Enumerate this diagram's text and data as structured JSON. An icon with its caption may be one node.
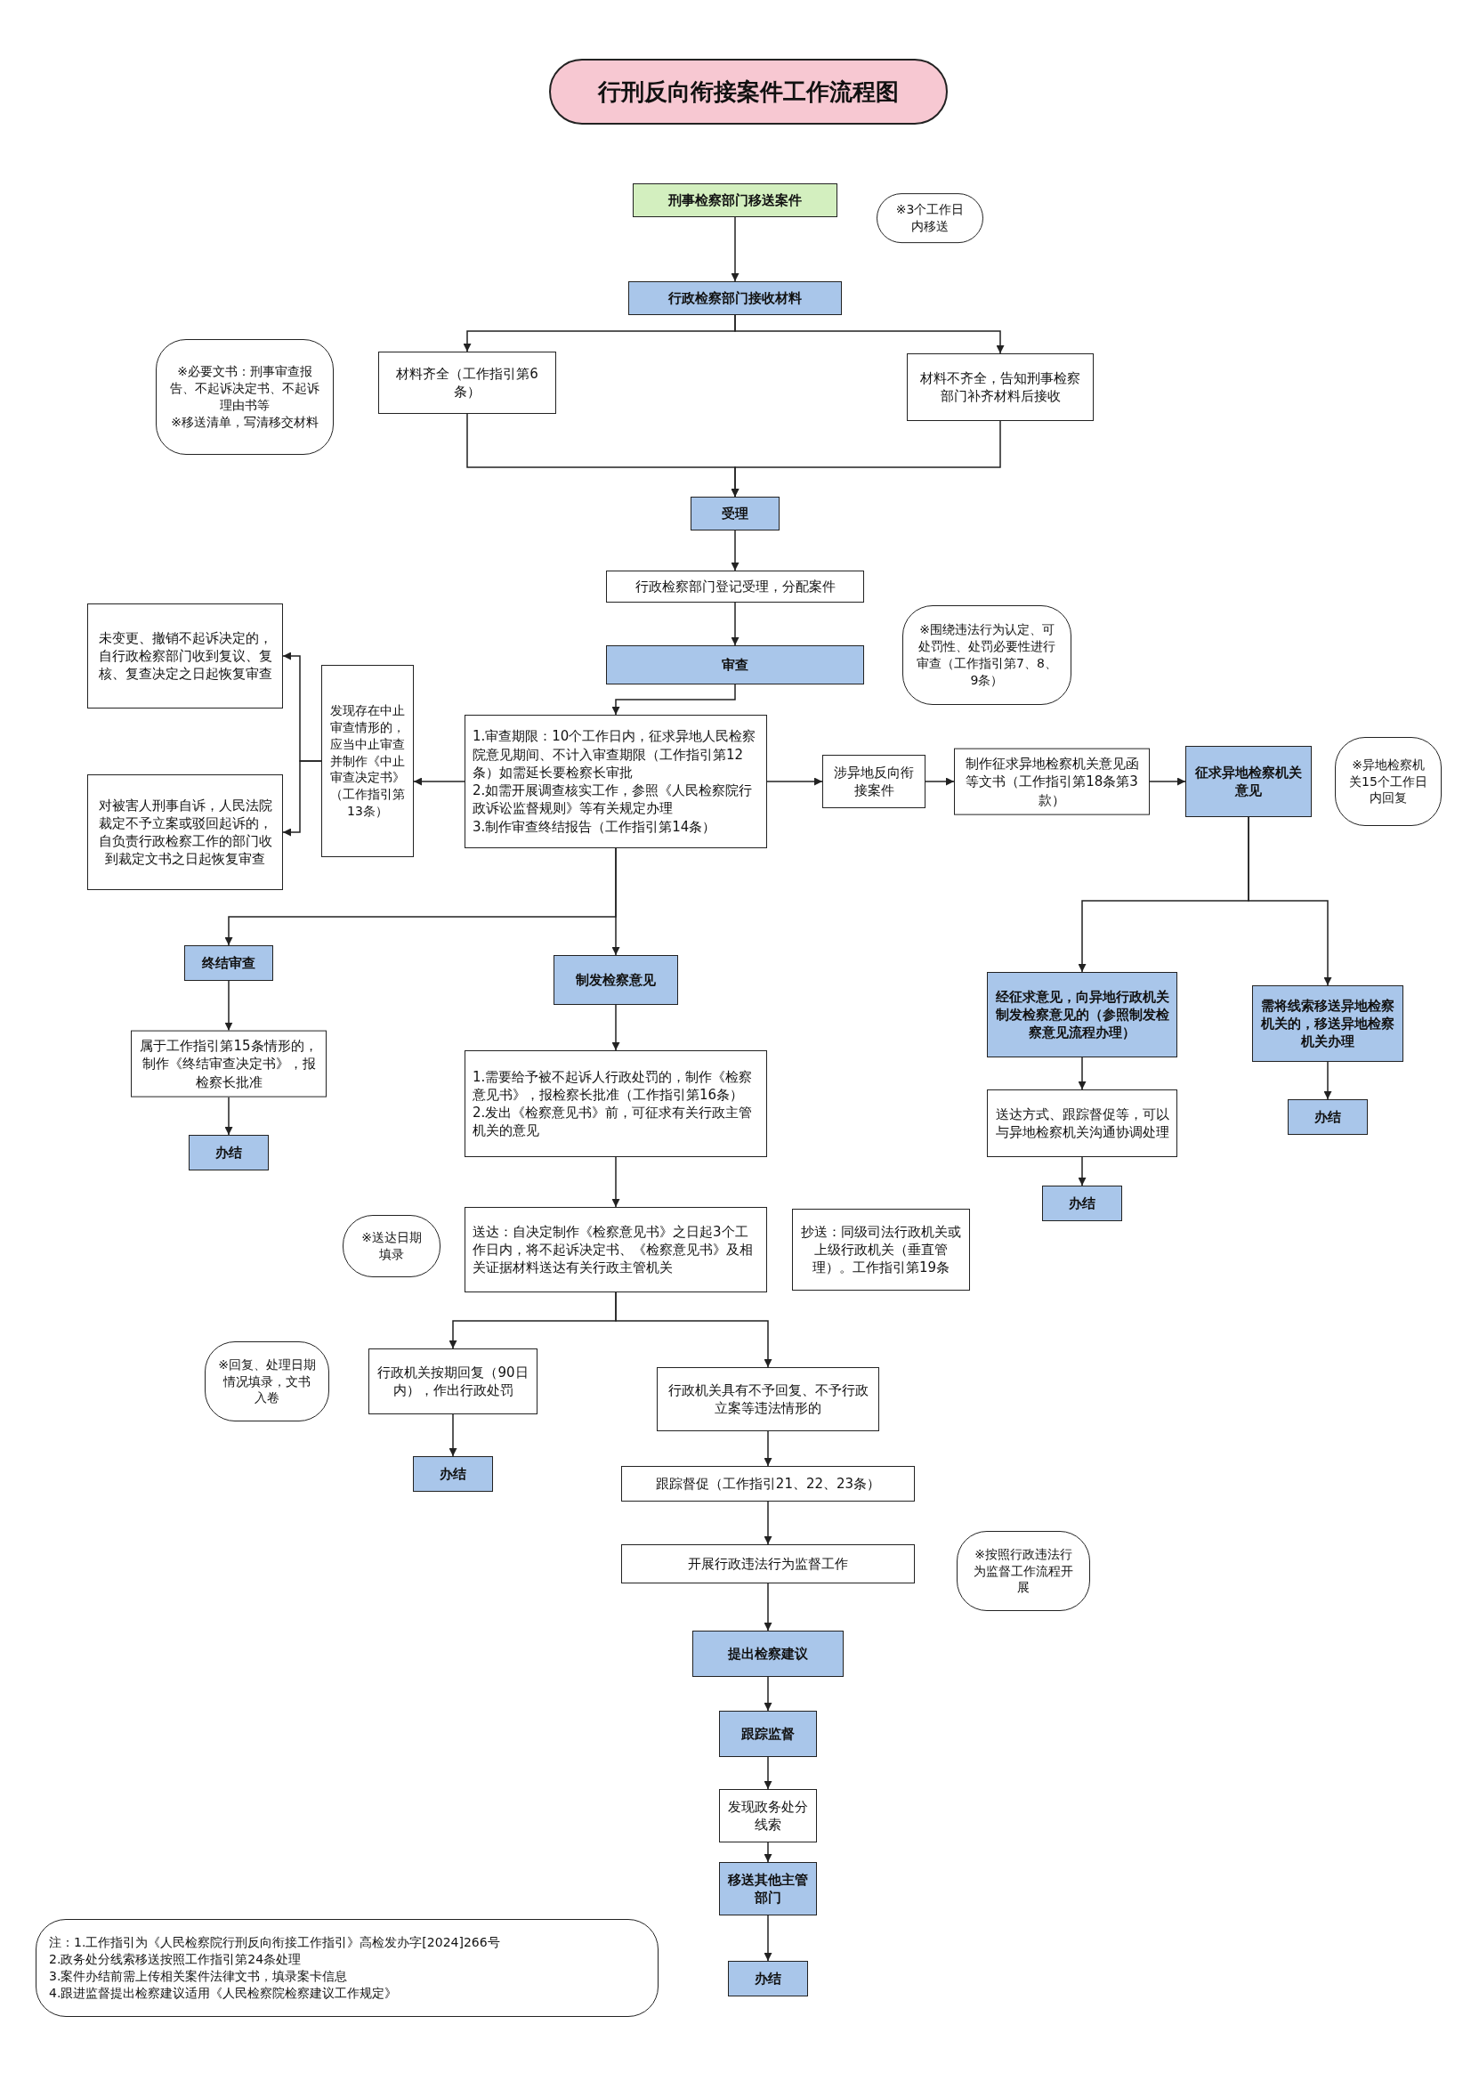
{
  "diagram": {
    "title": "行刑反向衔接案件工作流程图",
    "nodes": [
      {
        "text": [
          "刑事检察部门移送案件"
        ]
      },
      {
        "text": [
          "※3个工作日内移送"
        ]
      },
      {
        "text": [
          "行政检察部门接收材料"
        ]
      },
      {
        "text": [
          "材料齐全（工作指引第6条）"
        ]
      },
      {
        "text": [
          "材料不齐全，告知刑事检察部门补齐材料后接收"
        ]
      },
      {
        "text": [
          "※必要文书：刑事审查报告、不起诉决定书、不起诉理由书等",
          "※移送清单，写清移交材料"
        ]
      },
      {
        "text": [
          "受理"
        ]
      },
      {
        "text": [
          "行政检察部门登记受理，分配案件"
        ]
      },
      {
        "text": [
          "审查"
        ]
      },
      {
        "text": [
          "※围绕违法行为认定、可处罚性、处罚必要性进行审查（工作指引第7、8、9条）"
        ]
      },
      {
        "text": [
          "未变更、撤销不起诉决定的，自行政检察部门收到复议、复核、复查决定之日起恢复审查"
        ]
      },
      {
        "text": [
          "1.审查期限：10个工作日内，征求异地人民检察院意见期间、不计入审查期限（工作指引第12条）如需延长要检察长审批",
          "2.如需开展调查核实工作，参照《人民检察院行政诉讼监督规则》等有关规定办理",
          "3.制作审查终结报告（工作指引第14条）"
        ]
      },
      {
        "text": [
          "发现存在中止审查情形的，应当中止审查并制作《中止审查决定书》（工作指引第13条）"
        ]
      },
      {
        "text": [
          "对被害人刑事自诉，人民法院裁定不予立案或驳回起诉的，自负责行政检察工作的部门收到裁定文书之日起恢复审查"
        ]
      },
      {
        "text": [
          "涉异地反向衔接案件"
        ]
      },
      {
        "text": [
          "制作征求异地检察机关意见函等文书（工作指引第18条第3款）"
        ]
      },
      {
        "text": [
          "征求异地检察机关意见"
        ]
      },
      {
        "text": [
          "※异地检察机关15个工作日内回复"
        ]
      },
      {
        "text": [
          "终结审查"
        ]
      },
      {
        "text": [
          "制发检察意见"
        ]
      },
      {
        "text": [
          "经征求意见，向异地行政机关制发检察意见的（参照制发检察意见流程办理）"
        ]
      },
      {
        "text": [
          "需将线索移送异地检察机关的，移送异地检察机关办理"
        ]
      },
      {
        "text": [
          "属于工作指引第15条情形的，制作《终结审查决定书》，报检察长批准"
        ]
      },
      {
        "text": [
          "1.需要给予被不起诉人行政处罚的，制作《检察意见书》，报检察长批准（工作指引第16条）",
          "2.发出《检察意见书》前，可征求有关行政主管机关的意见"
        ]
      },
      {
        "text": [
          "送达方式、跟踪督促等，可以与异地检察机关沟通协调处理"
        ]
      },
      {
        "text": [
          "办结"
        ]
      },
      {
        "text": [
          "办结"
        ]
      },
      {
        "text": [
          "办结"
        ]
      },
      {
        "text": [
          "※送达日期填录"
        ]
      },
      {
        "text": [
          "送达：自决定制作《检察意见书》之日起3个工作日内，将不起诉决定书、《检察意见书》及相关证据材料送达有关行政主管机关"
        ]
      },
      {
        "text": [
          "抄送：同级司法行政机关或上级行政机关（垂直管理）。工作指引第19条"
        ]
      },
      {
        "text": [
          "※回复、处理日期情况填录，文书入卷"
        ]
      },
      {
        "text": [
          "行政机关按期回复（90日内），作出行政处罚"
        ]
      },
      {
        "text": [
          "行政机关具有不予回复、不予行政立案等违法情形的"
        ]
      },
      {
        "text": [
          "办结"
        ]
      },
      {
        "text": [
          "跟踪督促（工作指引21、22、23条）"
        ]
      },
      {
        "text": [
          "开展行政违法行为监督工作"
        ]
      },
      {
        "text": [
          "※按照行政违法行为监督工作流程开展"
        ]
      },
      {
        "text": [
          "提出检察建议"
        ]
      },
      {
        "text": [
          "跟踪监督"
        ]
      },
      {
        "text": [
          "发现政务处分线索"
        ]
      },
      {
        "text": [
          "移送其他主管部门"
        ]
      },
      {
        "text": [
          "办结"
        ]
      },
      {
        "text": [
          "注：1.工作指引为《人民检察院行刑反向衔接工作指引》高检发办字[2024]266号",
          "2.政务处分线索移送按照工作指引第24条处理",
          "3.案件办结前需上传相关案件法律文书，填录案卡信息",
          "4.跟进监督提出检察建议适用《人民检察院检察建议工作规定》"
        ]
      }
    ],
    "edges": [
      {
        "from": 0,
        "to": 2,
        "arrow": "to"
      },
      {
        "from": 2,
        "to": 3,
        "arrow": "to"
      },
      {
        "from": 2,
        "to": 4,
        "arrow": "to"
      },
      {
        "from": 3,
        "to": 6,
        "arrow": "to"
      },
      {
        "from": 4,
        "to": 6,
        "arrow": "to"
      },
      {
        "from": 6,
        "to": 7,
        "arrow": "to"
      },
      {
        "from": 7,
        "to": 8,
        "arrow": "to"
      },
      {
        "from": 8,
        "to": 11,
        "arrow": "to"
      },
      {
        "from": 11,
        "to": 12,
        "arrow": "to"
      },
      {
        "from": 12,
        "to": 10,
        "arrow": "to"
      },
      {
        "from": 12,
        "to": 13,
        "arrow": "to"
      },
      {
        "from": 11,
        "to": 14,
        "arrow": "to"
      },
      {
        "from": 14,
        "to": 15,
        "arrow": "to"
      },
      {
        "from": 15,
        "to": 16,
        "arrow": "to"
      },
      {
        "from": 11,
        "to": 19,
        "arrow": "to"
      },
      {
        "from": 11,
        "to": 18,
        "arrow": "to"
      },
      {
        "from": 18,
        "to": 22,
        "arrow": "to"
      },
      {
        "from": 22,
        "to": 25,
        "arrow": "to"
      },
      {
        "from": 19,
        "to": 23,
        "arrow": "to"
      },
      {
        "from": 23,
        "to": 29,
        "arrow": "to"
      },
      {
        "from": 29,
        "to": 32,
        "arrow": "to"
      },
      {
        "from": 29,
        "to": 33,
        "arrow": "to"
      },
      {
        "from": 32,
        "to": 34,
        "arrow": "to"
      },
      {
        "from": 33,
        "to": 35,
        "arrow": "to"
      },
      {
        "from": 35,
        "to": 36,
        "arrow": "to"
      },
      {
        "from": 36,
        "to": 38,
        "arrow": "to"
      },
      {
        "from": 38,
        "to": 39,
        "arrow": "to"
      },
      {
        "from": 39,
        "to": 40,
        "arrow": "to"
      },
      {
        "from": 40,
        "to": 41,
        "arrow": "to"
      },
      {
        "from": 41,
        "to": 42,
        "arrow": "to"
      },
      {
        "from": 16,
        "to": 20,
        "arrow": "to"
      },
      {
        "from": 16,
        "to": 21,
        "arrow": "to"
      },
      {
        "from": 21,
        "to": 26,
        "arrow": "to"
      },
      {
        "from": 20,
        "to": 24,
        "arrow": "to"
      },
      {
        "from": 24,
        "to": 27,
        "arrow": "to"
      }
    ]
  }
}
